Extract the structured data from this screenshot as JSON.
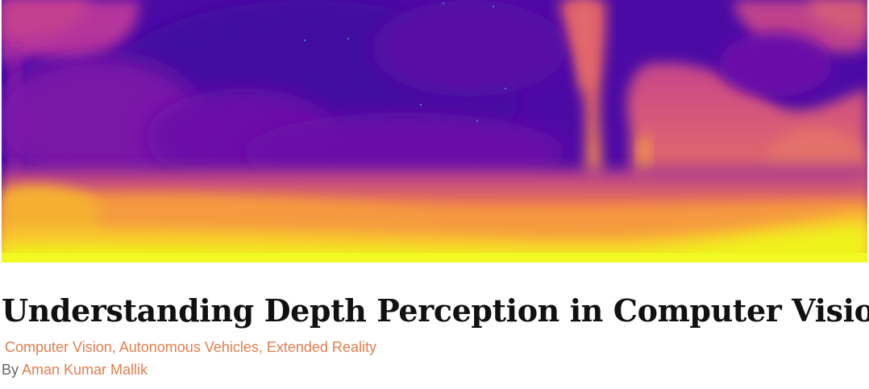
{
  "post": {
    "title": "Understanding Depth Perception in Computer Vision",
    "categories": [
      {
        "label": "Computer Vision",
        "separator": ", "
      },
      {
        "label": "Autonomous Vehicles",
        "separator": ", "
      },
      {
        "label": "Extended Reality",
        "separator": ""
      }
    ],
    "byline_prefix": "By ",
    "author": "Aman Kumar Mallik"
  },
  "colors": {
    "accent": "#e07f4e",
    "title": "#111111",
    "meta": "#666666",
    "depth_far": "#4a0aa3",
    "depth_near": "#f0f921"
  }
}
